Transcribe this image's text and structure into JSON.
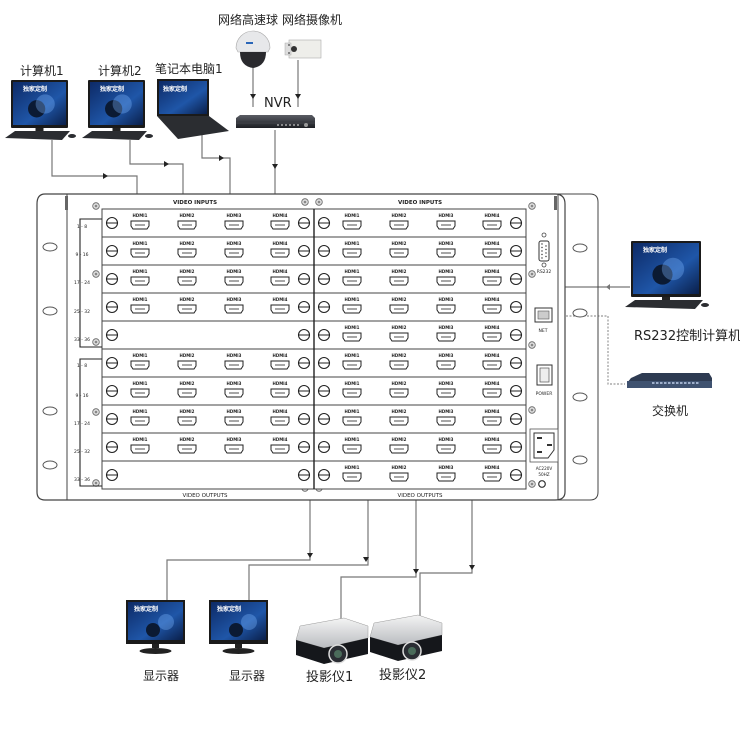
{
  "title": "HDMI matrix system connection diagram",
  "sources": {
    "computer1": "计算机1",
    "computer2": "计算机2",
    "laptop1": "笔记本电脑1",
    "speed_dome": "网络高速球",
    "network_camera": "网络摄像机",
    "nvr": "NVR"
  },
  "control": {
    "rs232_pc": "RS232控制计算机",
    "switch": "交换机"
  },
  "outputs": {
    "display1": "显示器",
    "display2": "显示器",
    "projector1": "投影仪1",
    "projector2": "投影仪2"
  },
  "chassis": {
    "video_inputs": "VIDEO INPUTS",
    "video_outputs": "VIDEO OUTPUTS",
    "port_labels": [
      "HDMI1",
      "HDMI2",
      "HDMI3",
      "HDMI4"
    ],
    "slot_ranges": [
      "1 - 8",
      "9 - 16",
      "17 - 24",
      "25 - 32",
      "33 - 36"
    ],
    "rs232": "RS232",
    "net": "NET",
    "power": "POWER",
    "ac": "AC220V",
    "hz": "50HZ"
  },
  "screen_text": {
    "headline": "独家定制"
  }
}
